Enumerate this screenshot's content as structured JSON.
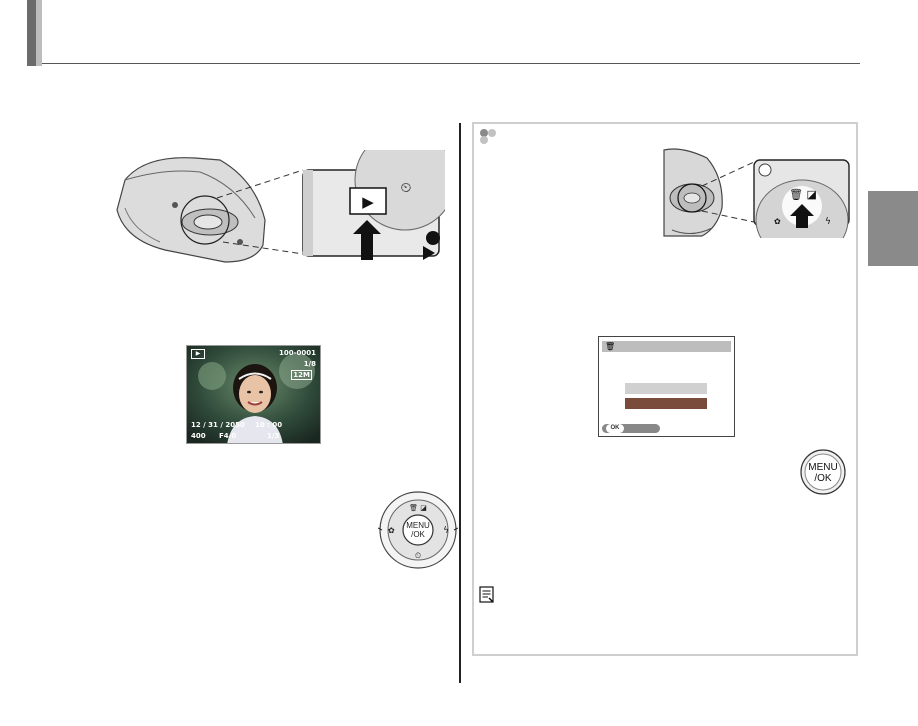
{
  "page": {
    "bg_color": "#ffffff",
    "header_accent": "#6b6b6b",
    "side_tab_color": "#8a8a8a",
    "box_border_color": "#cfcfcf"
  },
  "camera_closeup": {
    "button_symbol": "▶"
  },
  "lcd": {
    "frame_number": "100-0001",
    "count": "1/8",
    "size_badge": "12M",
    "date": "12 / 31 / 2050",
    "time": "10 : 00",
    "iso": "400",
    "aperture": "F4.0",
    "exposure": "1/3"
  },
  "hint": {
    "tip_icon": "hint-dots-icon"
  },
  "dialog": {
    "ok_label": "OK",
    "title_icon": "trash-icon"
  },
  "menu_button": {
    "line1": "MENU",
    "line2": "/OK"
  },
  "dpad": {
    "center_line1": "MENU",
    "center_line2": "/OK"
  },
  "note": {
    "icon": "memo-icon"
  }
}
